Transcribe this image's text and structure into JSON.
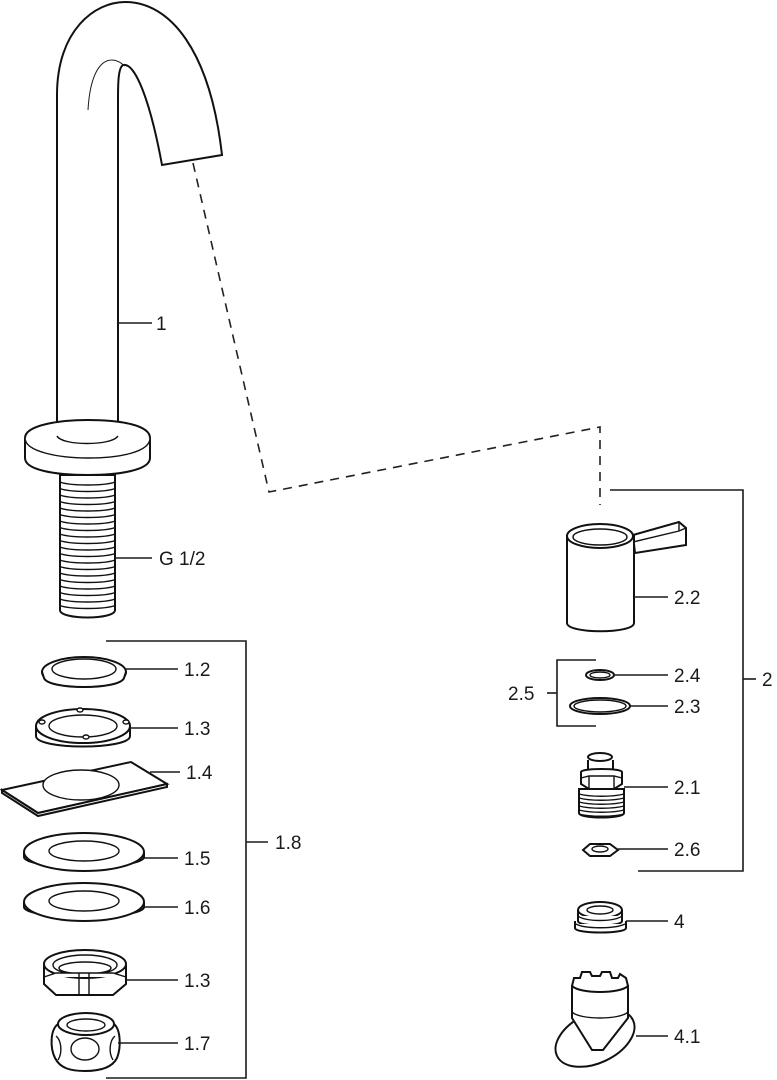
{
  "diagram": {
    "type": "exploded-parts-view",
    "subject": "faucet",
    "accent_color": "#1a1a1a",
    "background_color": "#ffffff",
    "labels": {
      "spout": "1",
      "thread": "G 1/2",
      "ring": "1.2",
      "flange_ring": "1.3",
      "plate": "1.4",
      "washer_a": "1.5",
      "washer_b": "1.6",
      "nut": "1.3",
      "cap_nut": "1.7",
      "mount_set": "1.8",
      "cartridge_set": "2",
      "handle": "2.2",
      "oring_small": "2.4",
      "oring_large": "2.3",
      "seal_set": "2.5",
      "cartridge": "2.1",
      "small_nut": "2.6",
      "aerator": "4",
      "aerator_key": "4.1"
    }
  }
}
